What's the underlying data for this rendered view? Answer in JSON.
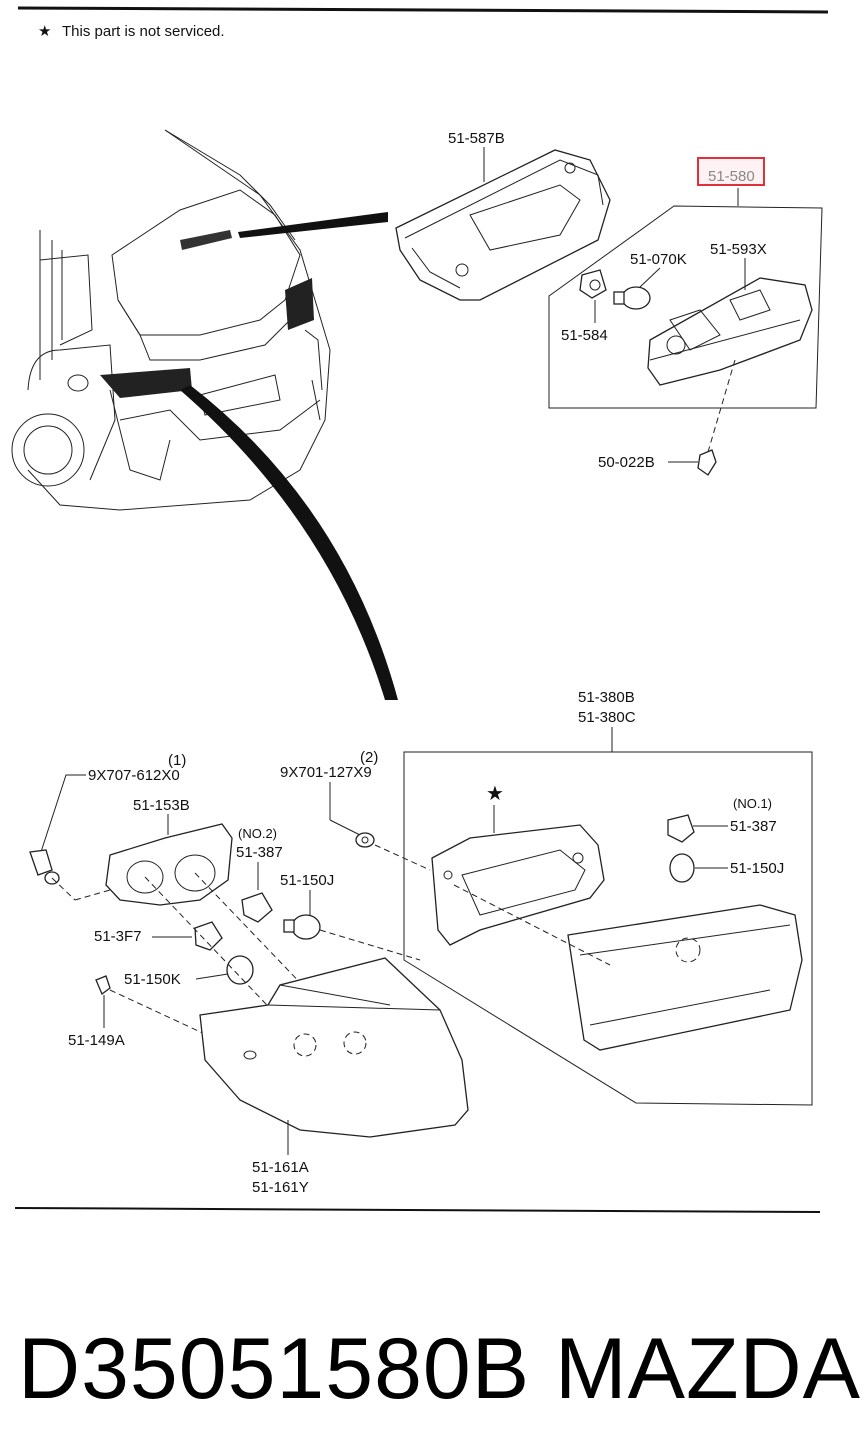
{
  "note": {
    "star": "★",
    "text": "This part is not serviced."
  },
  "labels": {
    "p51_587B": "51-587B",
    "p51_580": "51-580",
    "p51_070K": "51-070K",
    "p51_593X": "51-593X",
    "p51_584": "51-584",
    "p50_022B": "50-022B",
    "p51_380B": "51-380B",
    "p51_380C": "51-380C",
    "p9X707_n": "(1)",
    "p9X707": "9X707-612X0",
    "p9X701_n": "(2)",
    "p9X701": "9X701-127X9",
    "p51_153B": "51-153B",
    "no2": "(NO.2)",
    "p51_387a": "51-387",
    "p51_150Ja": "51-150J",
    "p51_3F7": "51-3F7",
    "p51_150K": "51-150K",
    "p51_149A": "51-149A",
    "no1": "(NO.1)",
    "p51_387b": "51-387",
    "p51_150Jb": "51-150J",
    "p51_161A": "51-161A",
    "p51_161Y": "51-161Y",
    "star_mark": "★"
  },
  "footer": {
    "part_number": "D35051580B",
    "brand": "MAZDA"
  },
  "highlight_color": "#e0303a"
}
